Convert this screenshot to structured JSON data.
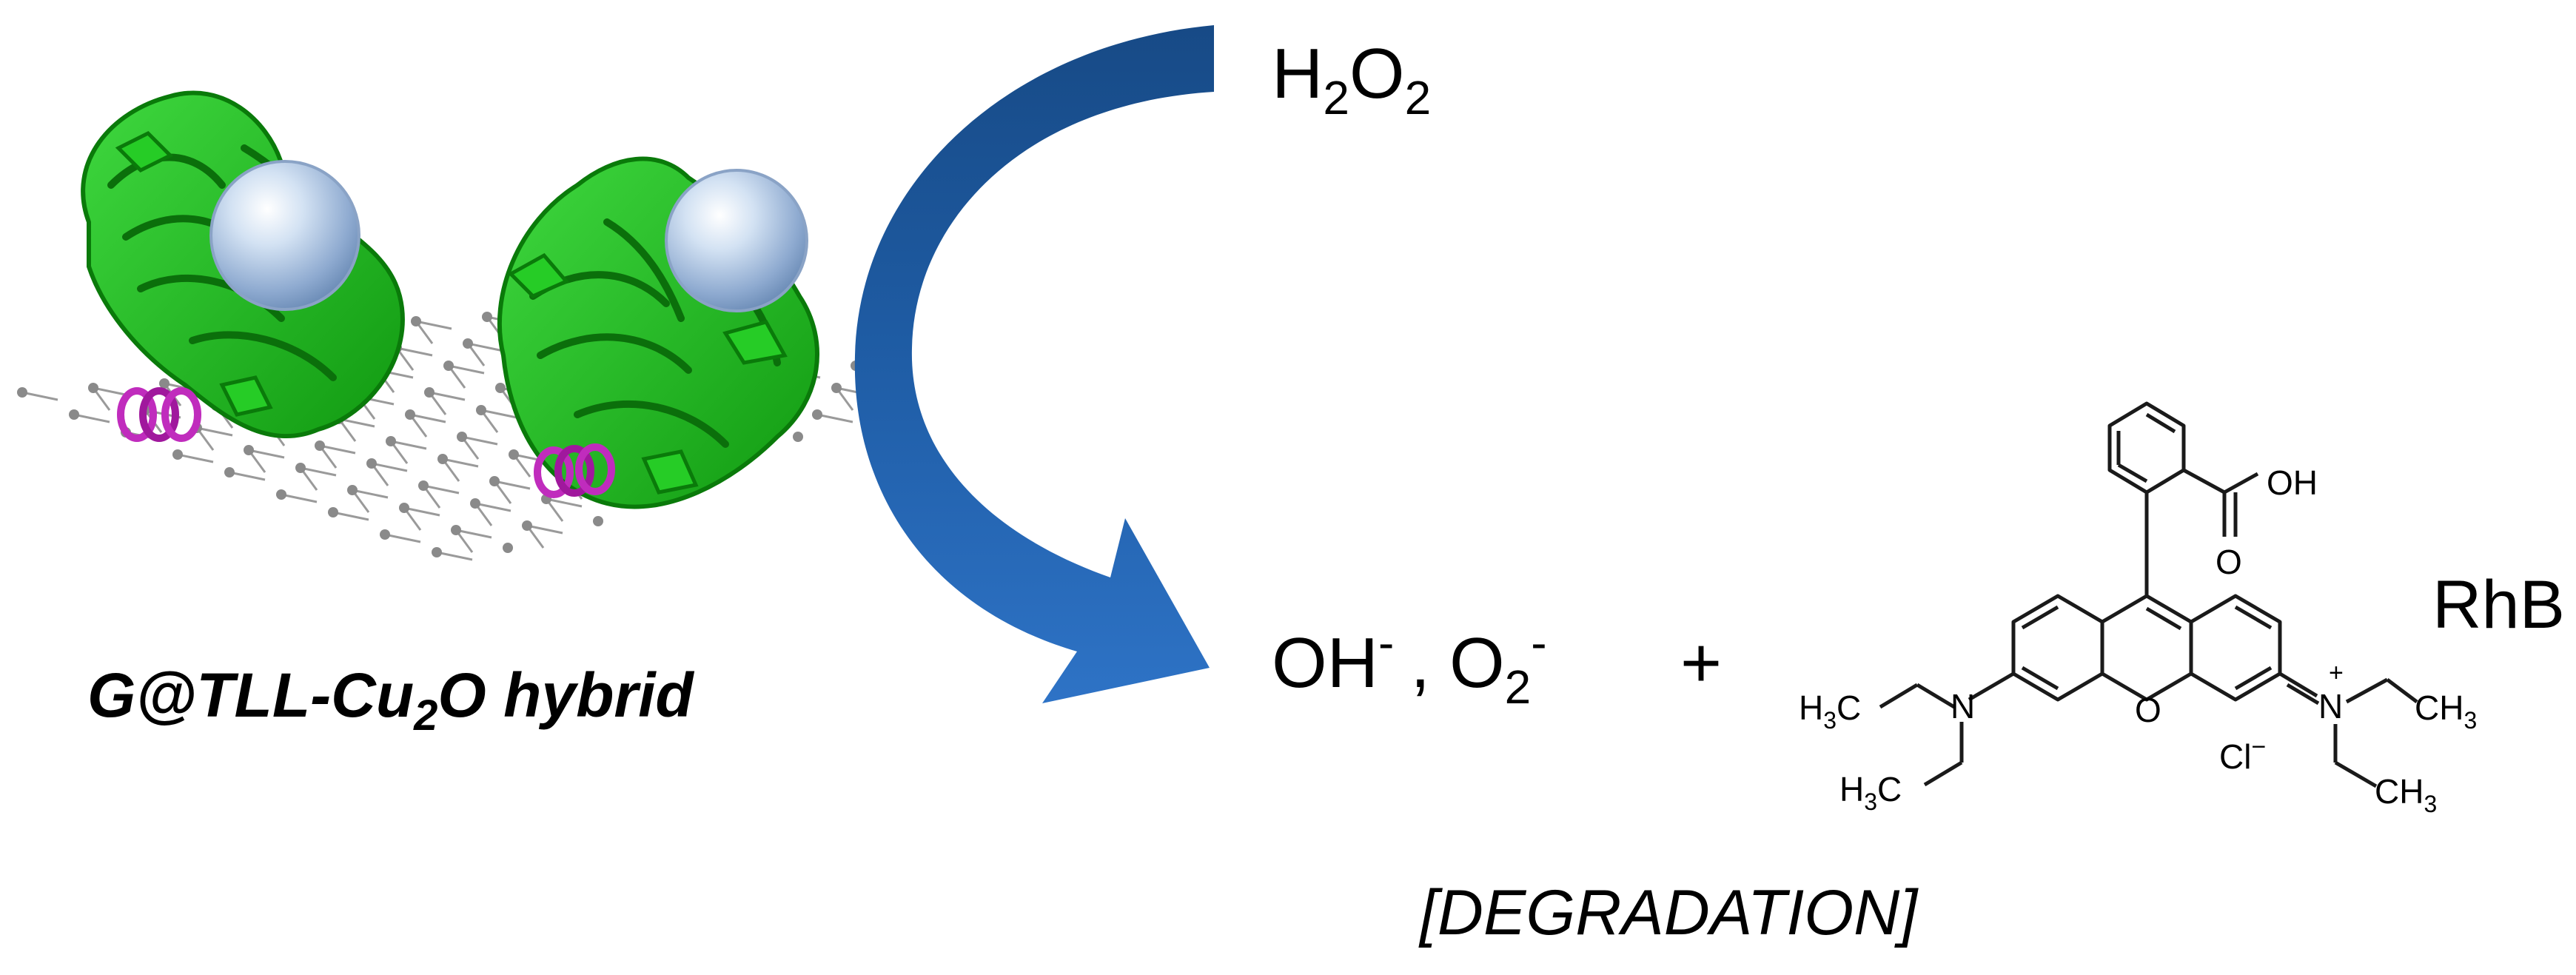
{
  "hybrid_label": {
    "prefix": "G@TLL-Cu",
    "subscript": "2",
    "suffix": "O hybrid"
  },
  "oxidant": {
    "symbol_a": "H",
    "subscript_a": "2",
    "symbol_b": "O",
    "subscript_b": "2"
  },
  "products": {
    "hydroxide": "OH",
    "hydroxide_charge": "-",
    "separator": ",",
    "superoxide": "O",
    "superoxide_subscript": "2",
    "superoxide_charge": "-",
    "plus": "+"
  },
  "molecule": {
    "name": "RhB",
    "acid_group": "OH",
    "carbonyl_o": "O",
    "ring_o": "O",
    "n_left": "N",
    "n_right": "N",
    "n_right_charge": "+",
    "counter_ion": "Cl",
    "counter_ion_charge": "−",
    "methyl_h": "H",
    "methyl_c": "C",
    "methyl_sub": "3",
    "methyl_h_right": "CH",
    "methyl_sub_right": "3"
  },
  "process_label": "[DEGRADATION]",
  "colors": {
    "arrow_dark": "#1a4f8f",
    "arrow_light": "#2f74c4",
    "protein_green": "#1fbf1f",
    "protein_dark": "#0a7a0a",
    "helix_magenta": "#c02cbd",
    "sphere_light": "#dde9f6",
    "sphere_dark": "#7e9dc4",
    "graphene_line": "#9a9a9a",
    "graphene_node": "#8a8a8a"
  },
  "icons": {
    "support": "graphene-sheet-icon",
    "enzyme": "protein-ribbon-icon",
    "nanoparticle": "nanoparticle-sphere-icon",
    "arrow": "curved-arrow-icon"
  }
}
